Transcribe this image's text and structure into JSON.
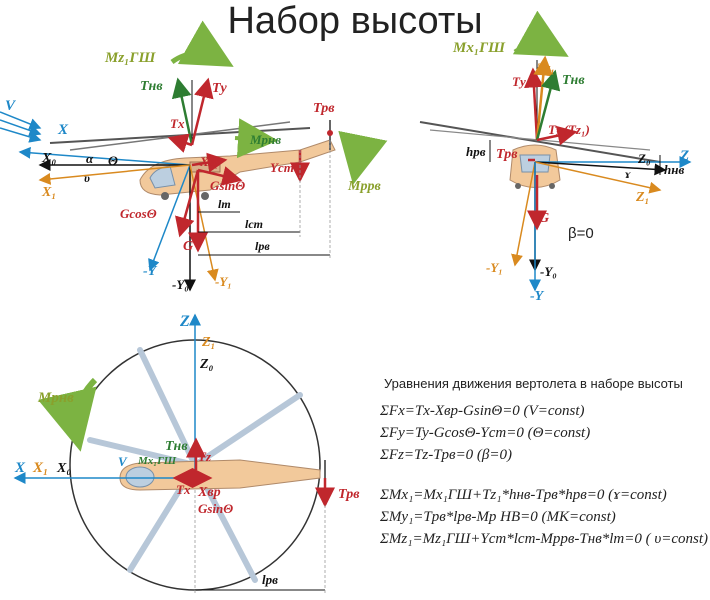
{
  "title": "Набор высоты",
  "equations": {
    "header": "Уравнения движения вертолета в наборе высоты",
    "lines": [
      "ΣFx=Tx-Xвр-GsinΘ=0 (V=const)",
      "ΣFy=Ty-GcosΘ-Yст=0 (Θ=const)",
      "ΣFz=Tz-Tрв=0 (β=0)",
      "ΣMx₁=Mx₁ГШ+Tz₁*hнв-Tрв*hрв=0 (ɤ=const)",
      "ΣMy₁=Tрв*lрв-Mp НВ=0 (МК=const)",
      "ΣMz₁=Mz₁ГШ+Yст*lст-Mpрв-Tнв*lт=0 ( υ=const)"
    ]
  },
  "side_view": {
    "moment_top": "Mz₁ГШ",
    "V": "V",
    "X": "X",
    "X0": "X₀",
    "X1": "X₁",
    "alpha": "α",
    "theta": "Θ",
    "upsilon": "υ",
    "Tnv": "Tнв",
    "Ty": "Tу",
    "Tx": "Tх",
    "Mp_nv": "Mpнв",
    "Trv": "Трв",
    "Mp_rv": "Mpрв",
    "Xvr": "Xвр",
    "Ycm": "Yст",
    "Gsin": "GsinΘ",
    "Gcos": "GcosΘ",
    "lT": "lт",
    "lcm": "lст",
    "lrv": "lрв",
    "G": "G",
    "negY": "-Y",
    "negY0": "-Y₀",
    "negY1": "-Y₁"
  },
  "front_view": {
    "moment_top": "Mx₁ГШ",
    "Ty1": "Ty₁",
    "Ty": "Tу",
    "Tnv": "Tнв",
    "Tz1": "Tₓ (Tz₁)",
    "Trv": "Трв",
    "hrv": "hрв",
    "hnv": "hнв",
    "Z0": "Z₀",
    "Z": "Z",
    "Z1": "Z₁",
    "gamma": "ɤ",
    "G": "G",
    "beta": "β=0",
    "negY1": "-Y₁",
    "negY0": "-Y₀",
    "negY": "-Y"
  },
  "top_view": {
    "Z": "Z",
    "Z1": "Z₁",
    "Z0": "Z₀",
    "Mp_nv": "Mpнв",
    "Tnv": "Tнв",
    "Mx1": "Mx₁ГШ",
    "Tz": "Tz",
    "X": "X",
    "X1": "X₁",
    "X0": "X₀",
    "V": "V",
    "Tx": "Tx",
    "Xvr": "Xвр",
    "Gsin": "GsinΘ",
    "Trv": "Трв",
    "lrv": "lрв"
  },
  "colors": {
    "red": "#c0272d",
    "green": "#2e7d32",
    "olive": "#8aa02c",
    "blue": "#1e88c8",
    "orange": "#d98a1f",
    "dark": "#111111"
  }
}
